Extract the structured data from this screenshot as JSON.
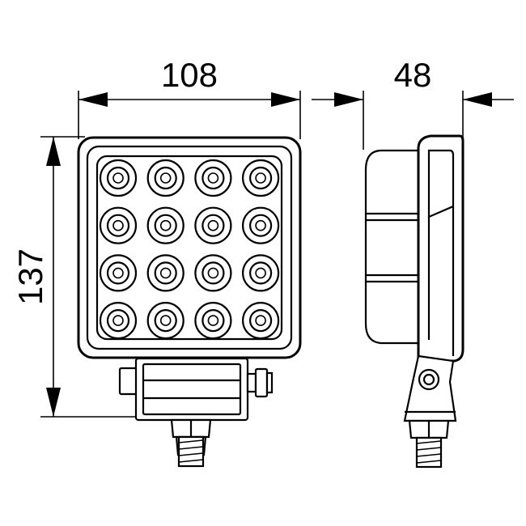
{
  "drawing": {
    "width_label": "108",
    "height_label": "137",
    "depth_label": "48"
  },
  "front_view": {
    "led_rows": 4,
    "led_cols": 4
  },
  "colors": {
    "line": "#000000",
    "background": "#ffffff"
  }
}
